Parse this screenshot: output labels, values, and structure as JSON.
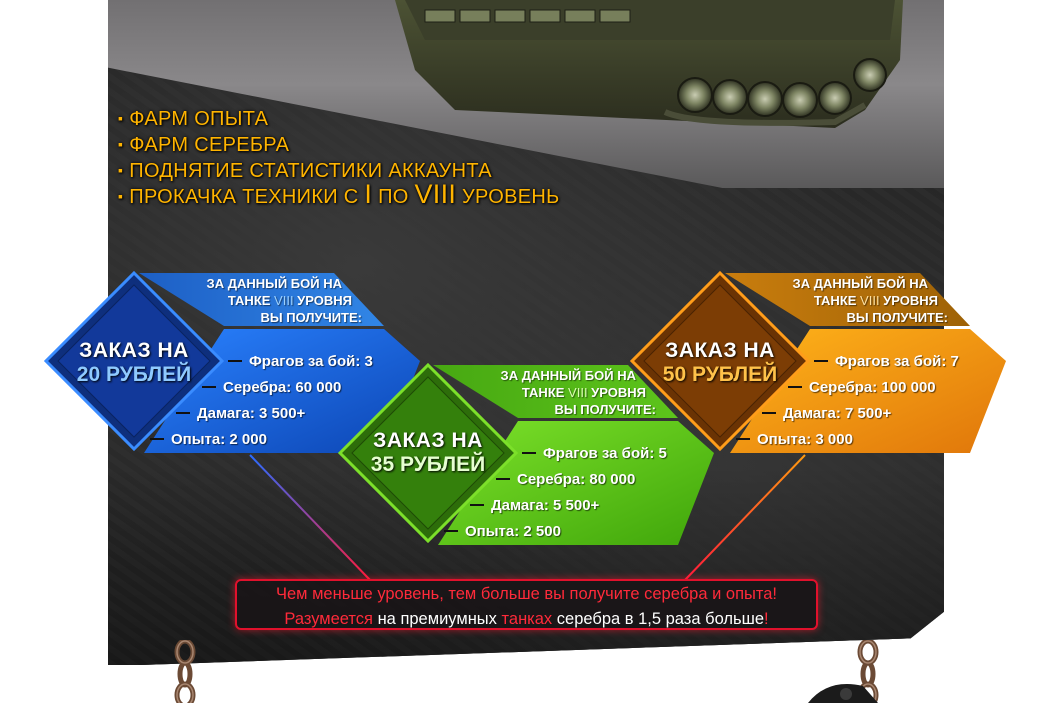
{
  "features": [
    {
      "parts": [
        "ФАРМ ОПЫТА"
      ]
    },
    {
      "parts": [
        "ФАРМ СЕРЕБРА"
      ]
    },
    {
      "parts": [
        "ПОДНЯТИЕ СТАТИСТИКИ АККАУНТА"
      ]
    },
    {
      "parts": [
        "ПРОКАЧКА ТЕХНИКИ С ",
        "I",
        " ПО ",
        "VIII",
        " УРОВЕНЬ"
      ]
    }
  ],
  "offers": [
    {
      "header_line1": "ЗА ДАННЫЙ БОЙ НА",
      "header_line2_a": "ТАНКЕ ",
      "header_level": "VIII",
      "header_line2_b": " УРОВНЯ",
      "header_line3": "ВЫ ПОЛУЧИТЕ:",
      "badge_line1": "ЗАКАЗ НА",
      "badge_line2": "20 РУБЛЕЙ",
      "stats": [
        "Фрагов за бой: 3",
        "Серебра: 60 000",
        "Дамага: 3 500+",
        "Опыта: 2 000"
      ],
      "color": "#1f6fd6",
      "color_dark": "#0b3585",
      "level_color": "#9ad0ff",
      "badge2_color": "#8fcaff"
    },
    {
      "header_line1": "ЗА ДАННЫЙ БОЙ НА",
      "header_line2_a": "ТАНКЕ ",
      "header_level": "VIII",
      "header_line2_b": " УРОВНЯ",
      "header_line3": "ВЫ ПОЛУЧИТЕ:",
      "badge_line1": "ЗАКАЗ НА",
      "badge_line2": "35 РУБЛЕЙ",
      "stats": [
        "Фрагов за бой: 5",
        "Серебра: 80 000",
        "Дамага: 5 500+",
        "Опыта: 2 500"
      ],
      "color": "#5ecb17",
      "color_dark": "#2c7a06",
      "level_color": "#d9ffb0",
      "badge2_color": "#e6ffd0"
    },
    {
      "header_line1": "ЗА ДАННЫЙ БОЙ НА",
      "header_line2_a": "ТАНКЕ ",
      "header_level": "VIII",
      "header_line2_b": " УРОВНЯ",
      "header_line3": "ВЫ ПОЛУЧИТЕ:",
      "badge_line1": "ЗАКАЗ НА",
      "badge_line2": "50 РУБЛЕЙ",
      "stats": [
        "Фрагов за бой: 7",
        "Серебра: 100 000",
        "Дамага: 7 500+",
        "Опыта: 3 000"
      ],
      "color": "#f39a0a",
      "color_dark": "#8e4a05",
      "level_color": "#ffe0a0",
      "badge2_color": "#ffc24a"
    }
  ],
  "note": {
    "line1": "Чем меньше уровень, тем больше вы получите серебра и опыта!",
    "line2_a": "Разумеется",
    "line2_b": " на премиумных ",
    "line2_c": "танках",
    "line2_d": " серебра в 1,5 раза больше",
    "line2_e": "!"
  },
  "colors": {
    "feature_text": "#ffb400",
    "note_red": "#ff2a3a",
    "note_border": "#e1112c"
  }
}
